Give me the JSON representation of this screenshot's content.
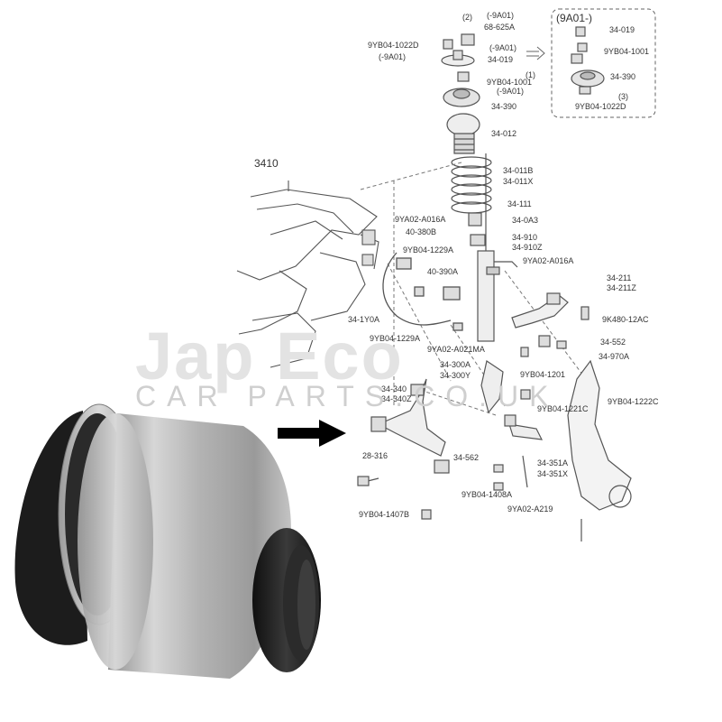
{
  "watermark": {
    "brand_line": "Jap Eco",
    "sub_line": "CAR PARTS.CO.UK"
  },
  "diagram": {
    "section_ref": "3410",
    "inset_title": "(9A01-)",
    "labels": [
      "(-9A01)",
      "68-625A",
      "9YB04-1022D",
      "(-9A01)",
      "(-9A01)",
      "34-019",
      "9YB04-1001",
      "(-9A01)",
      "34-390",
      "34-012",
      "34-011B",
      "34-011X",
      "34-111",
      "9YA02-A016A",
      "34-0A3",
      "40-380B",
      "9YB04-1229A",
      "34-910",
      "34-910Z",
      "9YA02-A016A",
      "40-390A",
      "34-1Y0A",
      "9YB04-1229A",
      "9YA02-A021MA",
      "34-211",
      "34-211Z",
      "9K480-12AC",
      "34-552",
      "34-970A",
      "34-300A",
      "34-300Y",
      "9YB04-1201",
      "34-340",
      "34-340Z",
      "9YB04-1221C",
      "9YB04-1222C",
      "28-316",
      "34-562",
      "34-351A",
      "34-351X",
      "9YB04-1408A",
      "9YA02-A219",
      "9YB04-1407B"
    ],
    "inset_labels": [
      "34-019",
      "9YB04-1001",
      "34-390",
      "9YB04-1022D"
    ],
    "qty_marks": [
      "(1)",
      "(2)",
      "(3)"
    ]
  },
  "colors": {
    "diagram_line": "#555555",
    "bushing_metal": "#b9b9b9",
    "bushing_rubber": "#1e1e1e",
    "watermark": "#e0e0e0",
    "arrow": "#000000"
  }
}
